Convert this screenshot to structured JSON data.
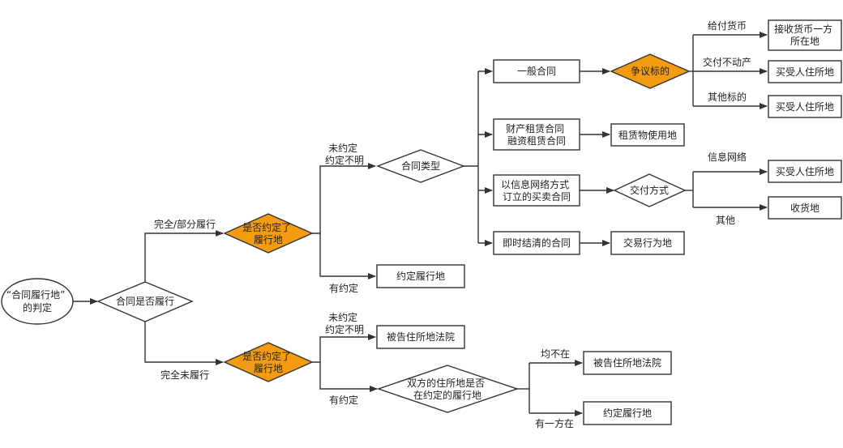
{
  "colors": {
    "line": "#333333",
    "decision_fill": "#f39c12",
    "box_fill": "#ffffff"
  },
  "nodes": {
    "start": {
      "lines": [
        "“合同履行地”",
        "的判定"
      ]
    },
    "performed": {
      "lines": [
        "合同是否履行"
      ]
    },
    "agreed_top": {
      "lines": [
        "是否约定了",
        "履行地"
      ]
    },
    "agreed_bottom": {
      "lines": [
        "是否约定了",
        "履行地"
      ]
    },
    "contract_type": {
      "lines": [
        "合同类型"
      ]
    },
    "place_top": {
      "lines": [
        "约定履行地"
      ]
    },
    "general": {
      "lines": [
        "一般合同"
      ]
    },
    "lease": {
      "lines": [
        "财产租赁合同",
        "融资租赁合同"
      ]
    },
    "online": {
      "lines": [
        "以信息网络方式",
        "订立的买卖合同"
      ]
    },
    "instant": {
      "lines": [
        "即时结清的合同"
      ]
    },
    "dispute": {
      "lines": [
        "争议标的"
      ]
    },
    "currency_recv": {
      "lines": [
        "接收货币一方",
        "所在地"
      ]
    },
    "buyer_1": {
      "lines": [
        "买受人住所地"
      ]
    },
    "buyer_2": {
      "lines": [
        "买受人住所地"
      ]
    },
    "lease_place": {
      "lines": [
        "租赁物使用地"
      ]
    },
    "delivery": {
      "lines": [
        "交付方式"
      ]
    },
    "buyer_3": {
      "lines": [
        "买受人住所地"
      ]
    },
    "receive_place": {
      "lines": [
        "收货地"
      ]
    },
    "trade_place": {
      "lines": [
        "交易行为地"
      ]
    },
    "defendant_1": {
      "lines": [
        "被告住所地法院"
      ]
    },
    "domicile": {
      "lines": [
        "双方的住所地是否",
        "在约定的履行地"
      ]
    },
    "defendant_2": {
      "lines": [
        "被告住所地法院"
      ]
    },
    "place_bottom": {
      "lines": [
        "约定履行地"
      ]
    }
  },
  "edge_labels": {
    "full_partial": "完全/部分履行",
    "not_performed": "完全未履行",
    "unclear_top": [
      "未约定",
      "约定不明"
    ],
    "agreed_top": "有约定",
    "unclear_bottom": [
      "未约定",
      "约定不明"
    ],
    "agreed_bottom": "有约定",
    "give_currency": "给付货币",
    "deliver_realty": "交付不动产",
    "other_subject": "其他标的",
    "info_network": "信息网络",
    "other": "其他",
    "neither": "均不在",
    "one_party": "有一方在"
  }
}
